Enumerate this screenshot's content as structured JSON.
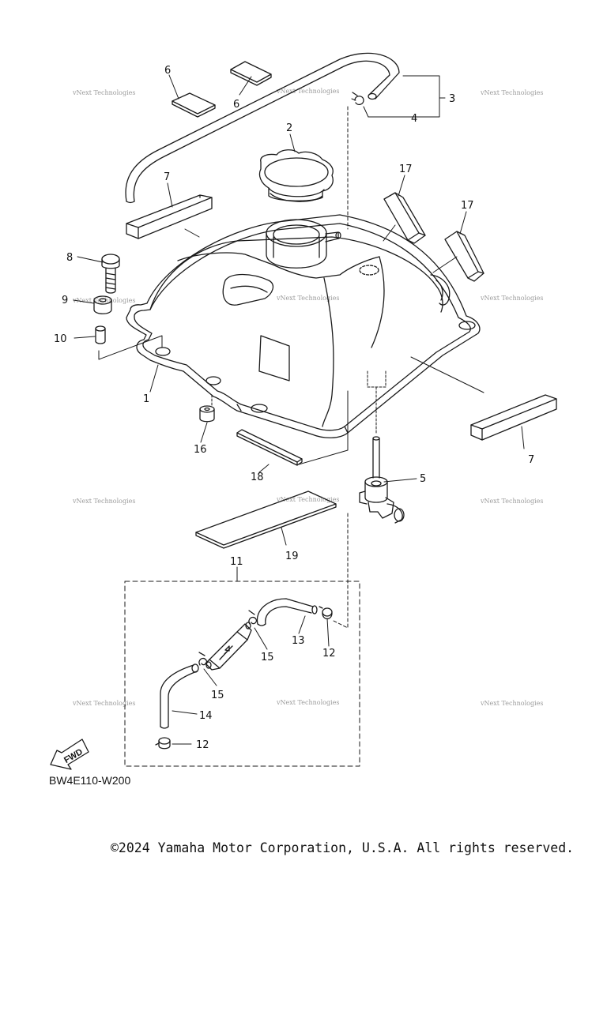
{
  "diagram": {
    "code": "BW4E110-W200",
    "copyright": "©2024 Yamaha Motor Corporation, U.S.A. All rights reserved.",
    "fwd_label": "FWD",
    "watermark": "vNext Technologies",
    "callouts": {
      "c1": "1",
      "c2": "2",
      "c3": "3",
      "c4": "4",
      "c5": "5",
      "c6a": "6",
      "c6b": "6",
      "c7a": "7",
      "c7b": "7",
      "c8": "8",
      "c9": "9",
      "c10": "10",
      "c11": "11",
      "c12a": "12",
      "c12b": "12",
      "c13": "13",
      "c14": "14",
      "c15a": "15",
      "c15b": "15",
      "c16": "16",
      "c17a": "17",
      "c17b": "17",
      "c18": "18",
      "c19": "19"
    },
    "colors": {
      "line": "#1a1a1a",
      "watermark": "#8a8a8a"
    }
  }
}
